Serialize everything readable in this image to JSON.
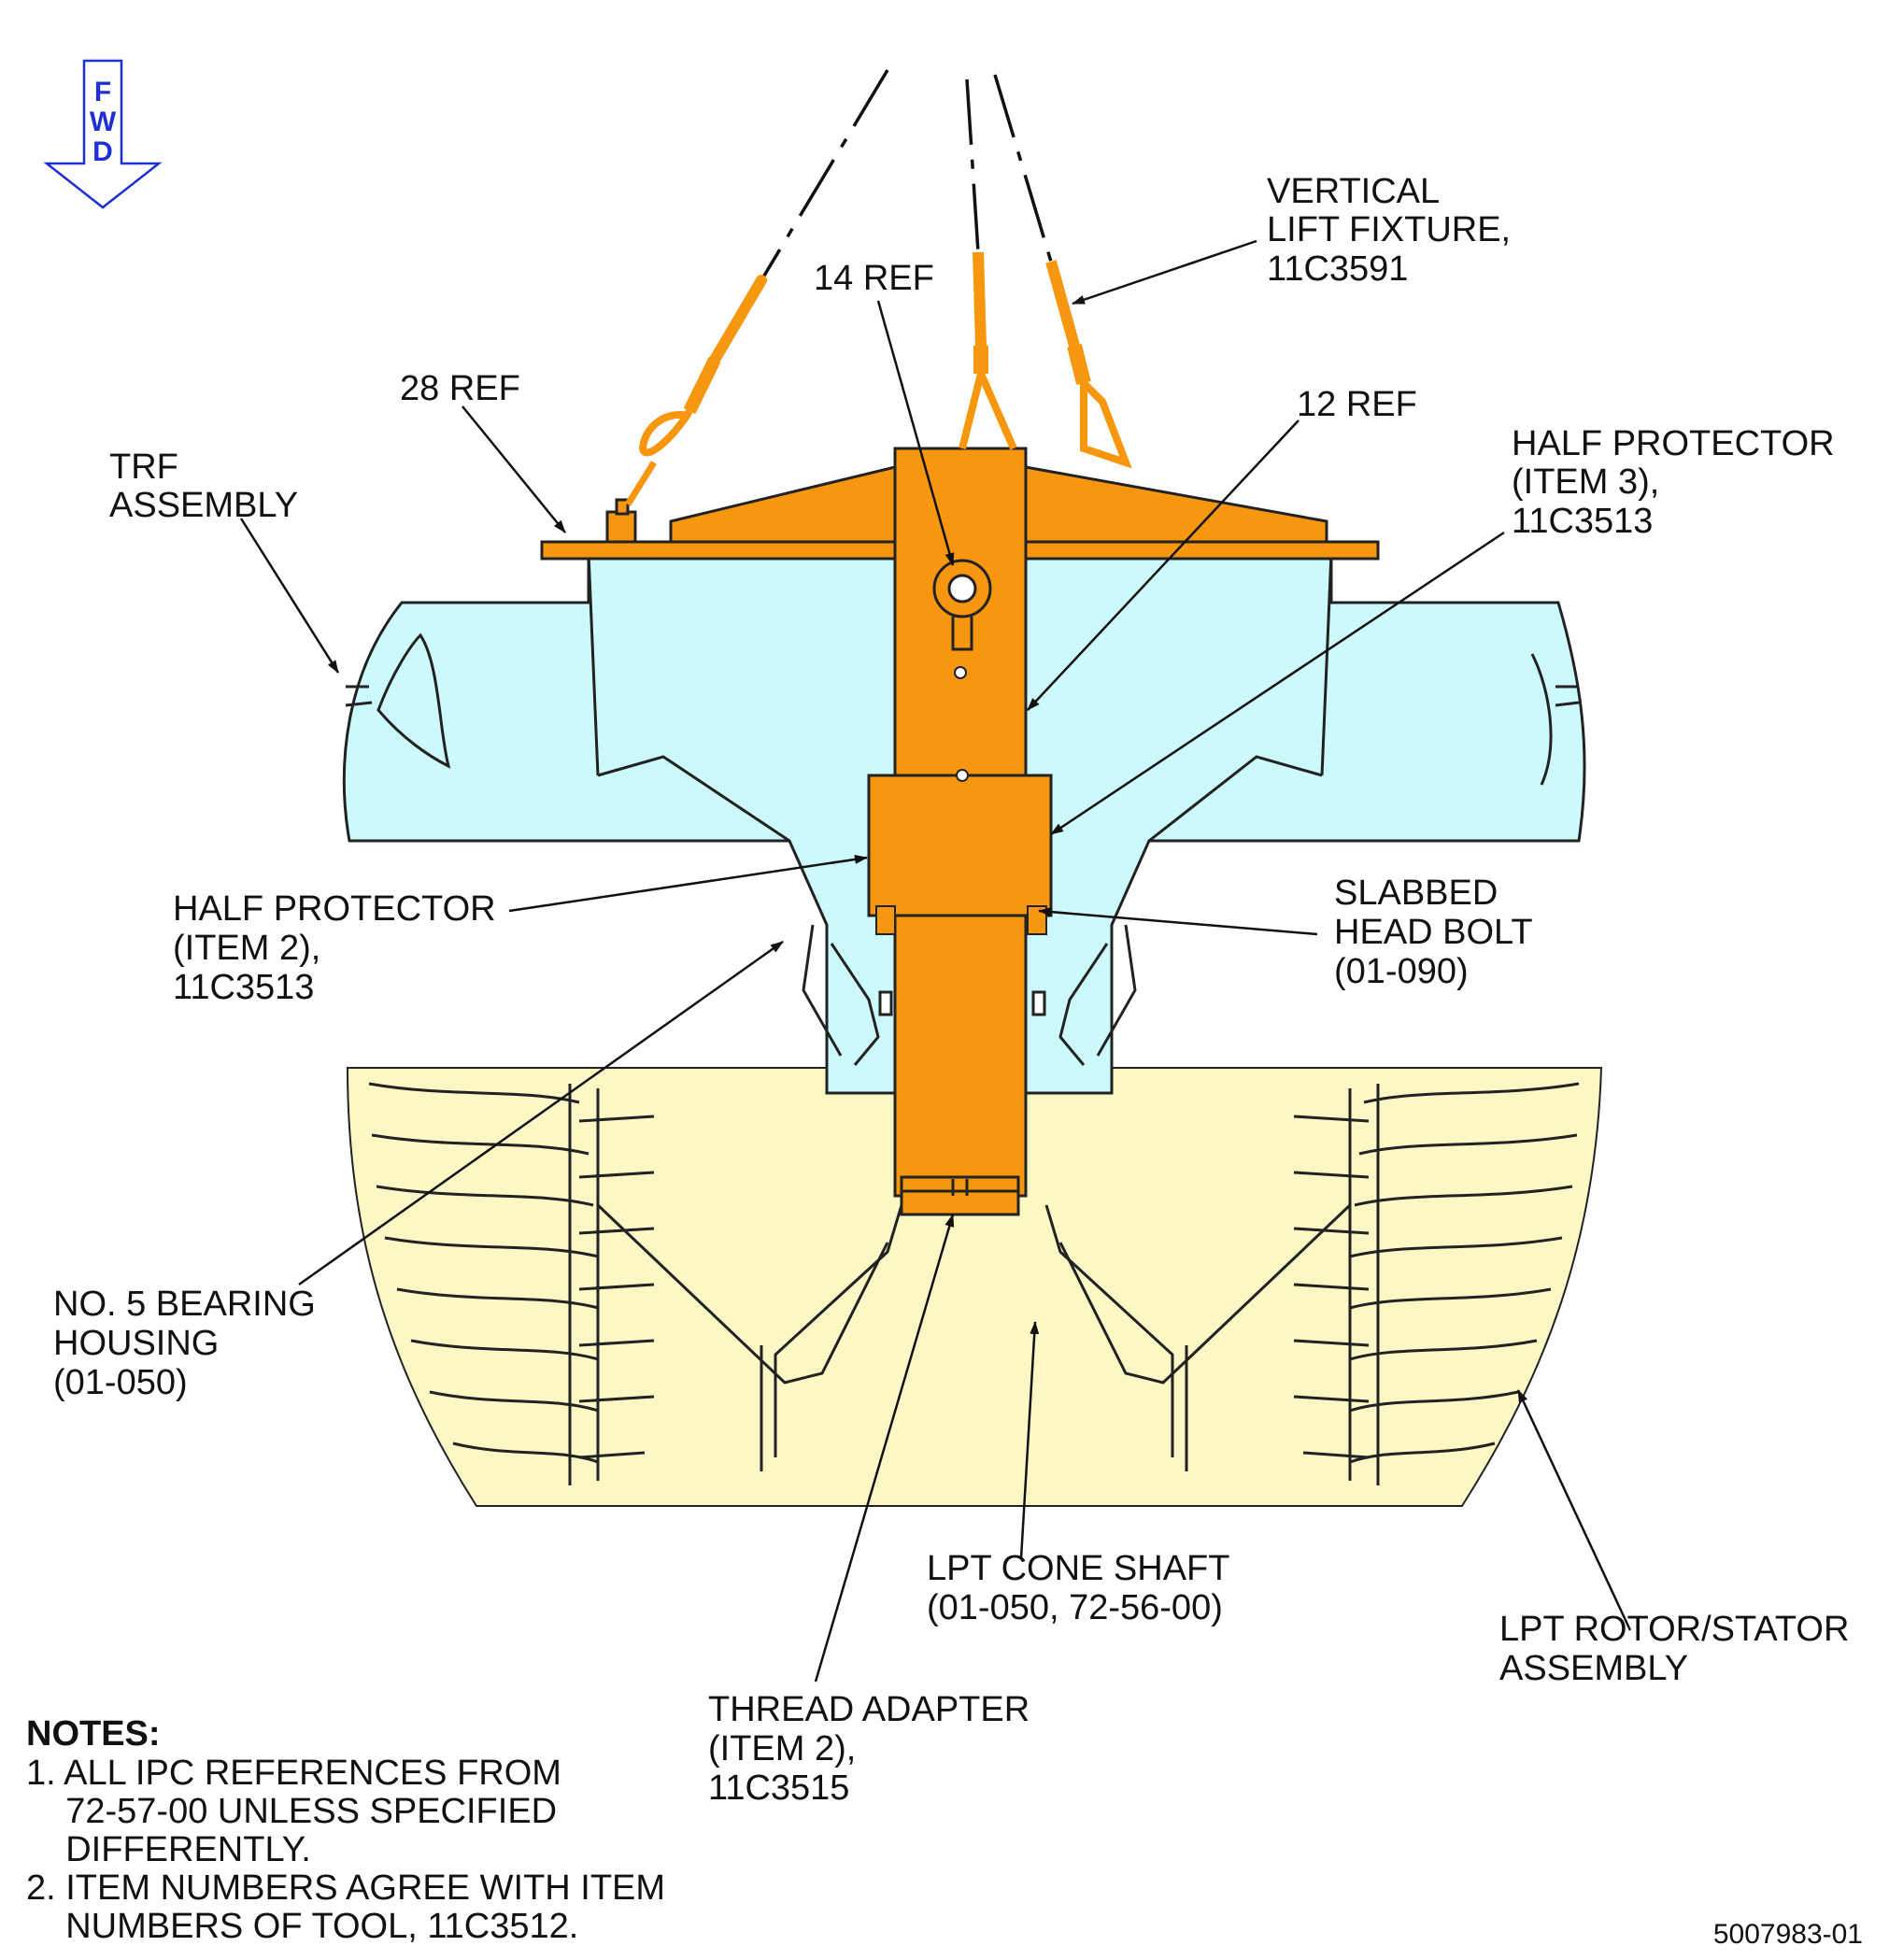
{
  "direction_arrow": {
    "letters": [
      "F",
      "W",
      "D"
    ],
    "color": "#1f2fd6"
  },
  "labels": {
    "vertical_lift_fixture": [
      "VERTICAL",
      "LIFT FIXTURE,",
      "11C3591"
    ],
    "ref_14": [
      "14 REF"
    ],
    "ref_28": [
      "28 REF"
    ],
    "ref_12": [
      "12 REF"
    ],
    "trf_assembly": [
      "TRF",
      "ASSEMBLY"
    ],
    "half_protector_item3": [
      "HALF PROTECTOR",
      "(ITEM 3),",
      "11C3513"
    ],
    "half_protector_item2": [
      "HALF PROTECTOR",
      "(ITEM 2),",
      "11C3513"
    ],
    "slabbed_head_bolt": [
      "SLABBED",
      "HEAD BOLT",
      "(01-090)"
    ],
    "no5_bearing_housing": [
      "NO. 5 BEARING",
      "HOUSING",
      "(01-050)"
    ],
    "lpt_cone_shaft": [
      "LPT CONE SHAFT",
      "(01-050, 72-56-00)"
    ],
    "lpt_rotor_stator": [
      "LPT ROTOR/STATOR",
      "ASSEMBLY"
    ],
    "thread_adapter": [
      "THREAD ADAPTER",
      "(ITEM 2),",
      "11C3515"
    ]
  },
  "notes": {
    "title": "NOTES:",
    "lines": [
      "1. ALL IPC REFERENCES FROM",
      "    72-57-00 UNLESS SPECIFIED",
      "    DIFFERENTLY.",
      "2. ITEM NUMBERS AGREE WITH ITEM",
      "    NUMBERS OF TOOL, 11C3512."
    ]
  },
  "figure_id": "5007983-01",
  "colors": {
    "fixture": "#f7960f",
    "trf_assembly": "#ccf9fb",
    "lpt_assembly": "#fbf8c6",
    "outline": "#222222"
  }
}
